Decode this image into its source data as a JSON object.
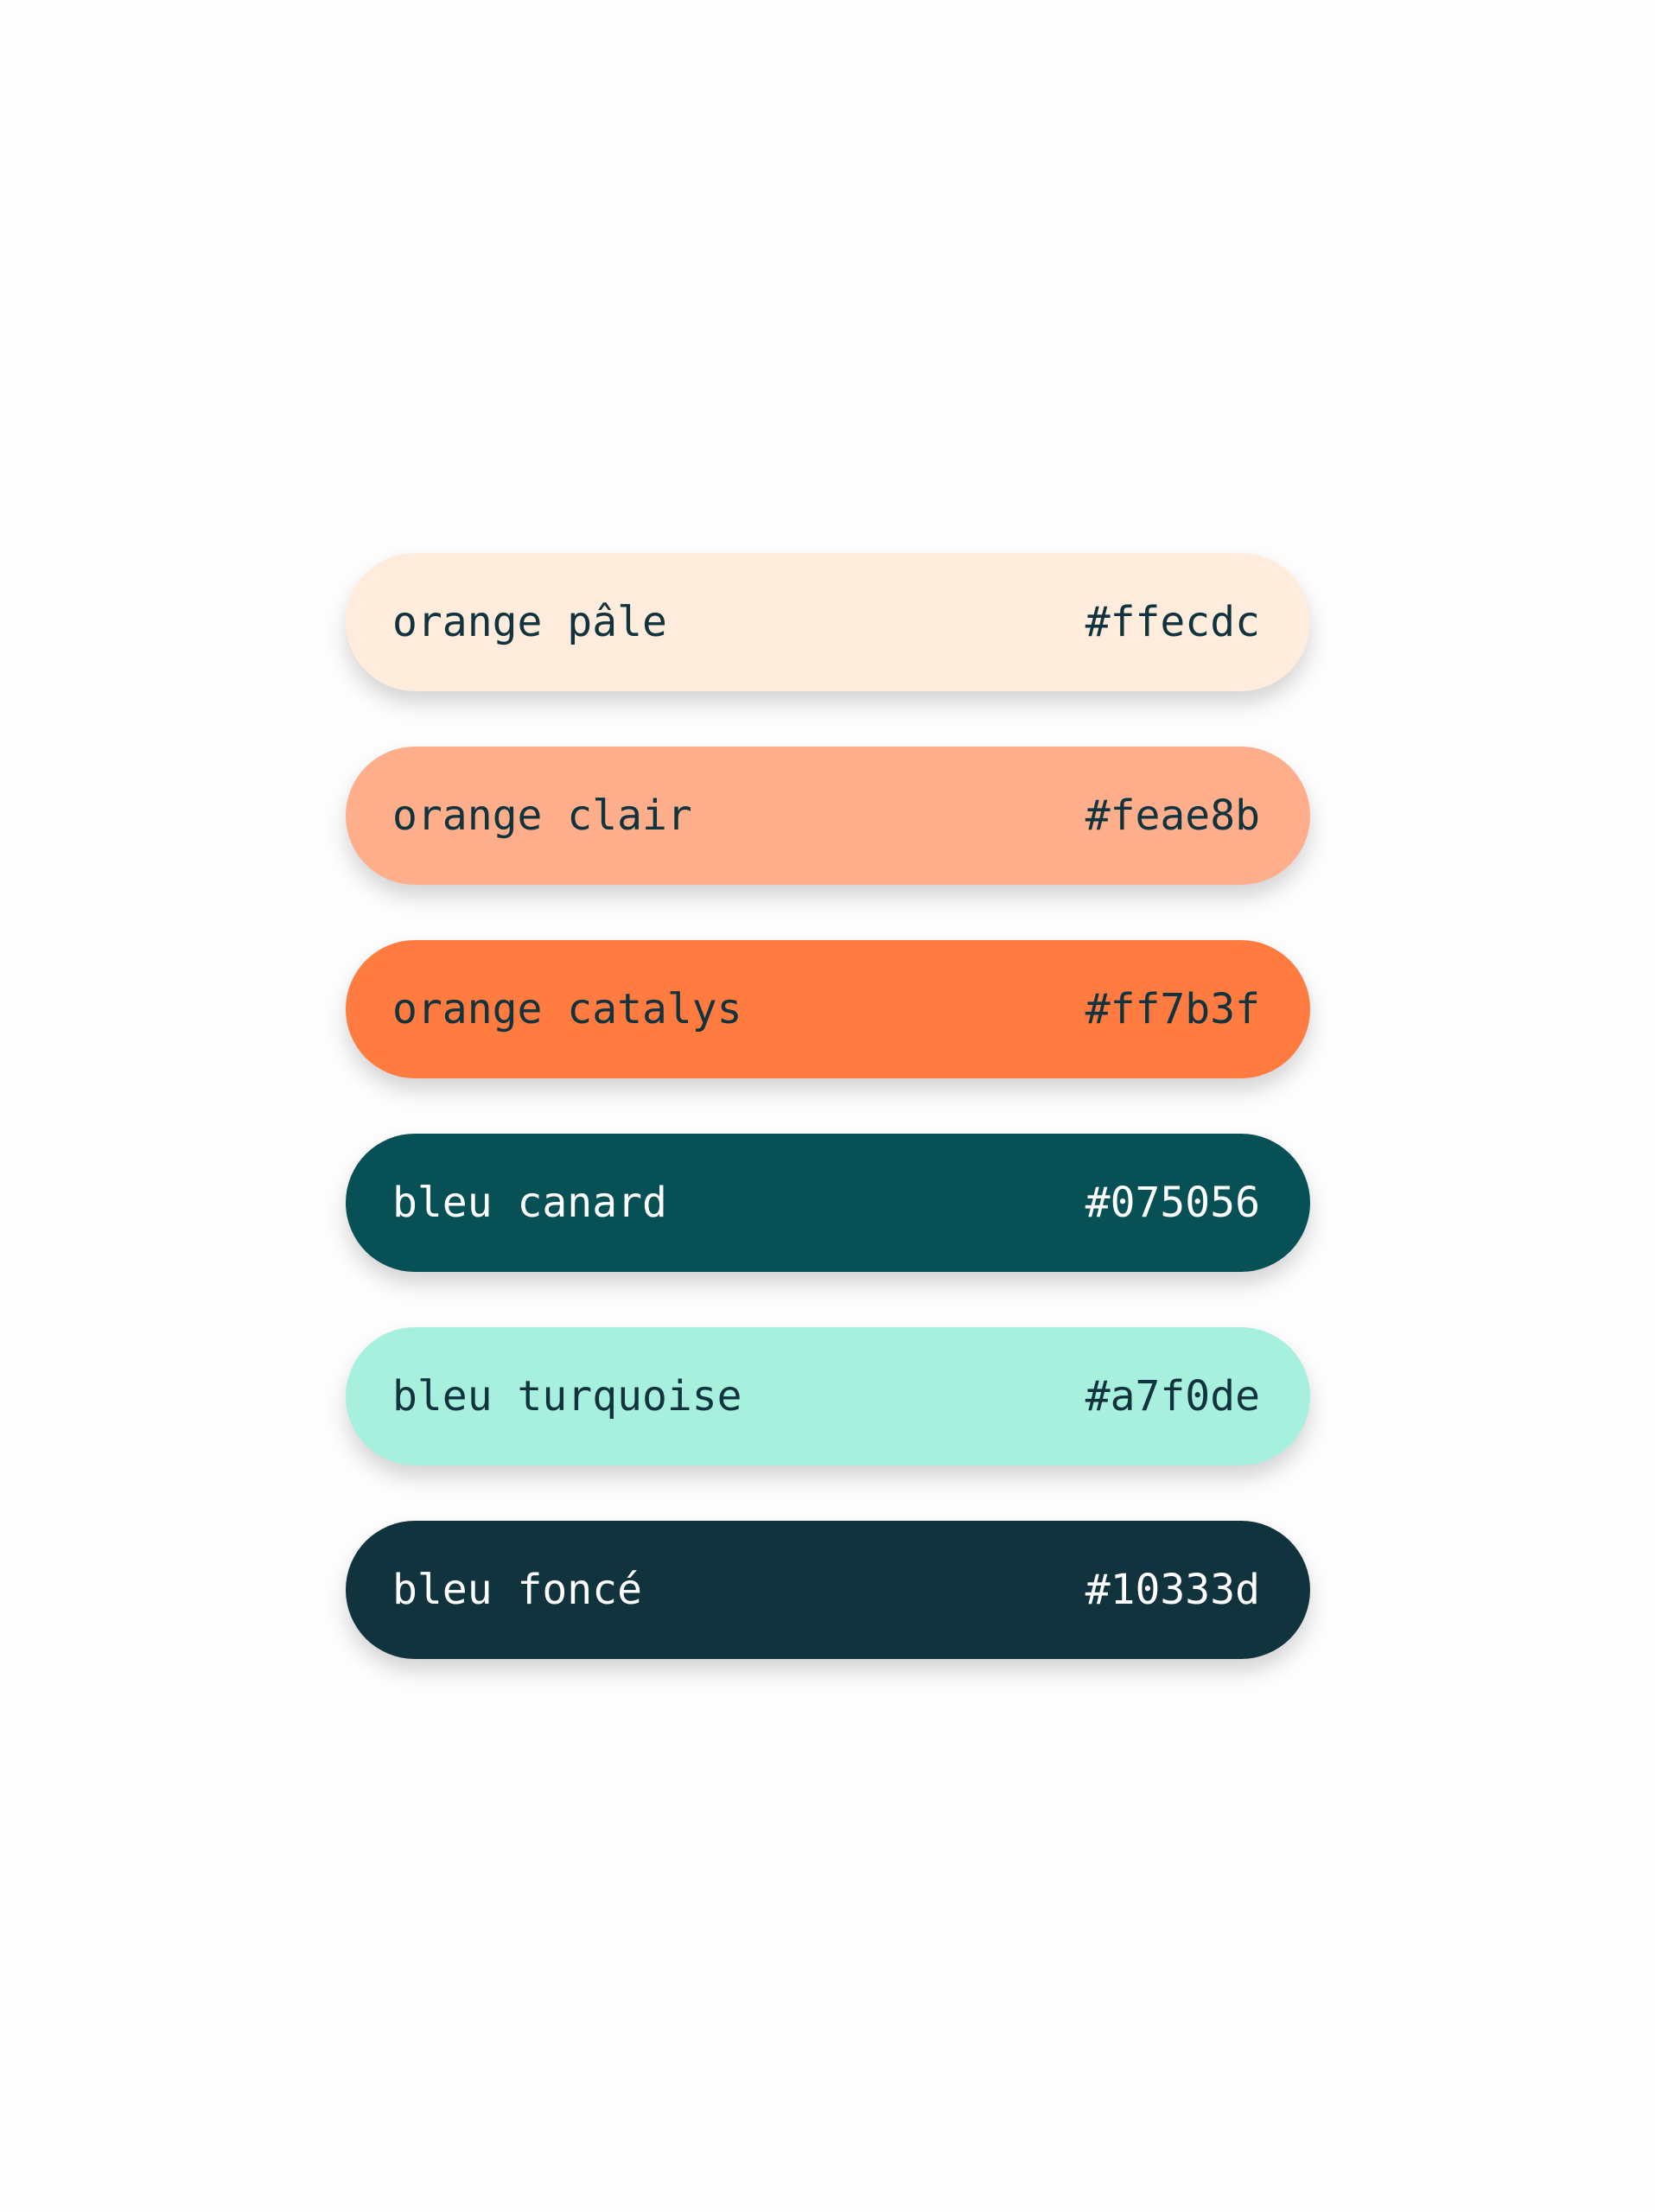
{
  "swatches": [
    {
      "name": "orange pâle",
      "hex": "#ffecdc",
      "text_color": "#10333d"
    },
    {
      "name": "orange clair",
      "hex": "#feae8b",
      "text_color": "#10333d"
    },
    {
      "name": "orange catalys",
      "hex": "#ff7b3f",
      "text_color": "#10333d"
    },
    {
      "name": "bleu canard",
      "hex": "#075056",
      "text_color": "#ffffff"
    },
    {
      "name": "bleu turquoise",
      "hex": "#a7f0de",
      "text_color": "#10333d"
    },
    {
      "name": "bleu foncé",
      "hex": "#10333d",
      "text_color": "#ffffff"
    }
  ]
}
